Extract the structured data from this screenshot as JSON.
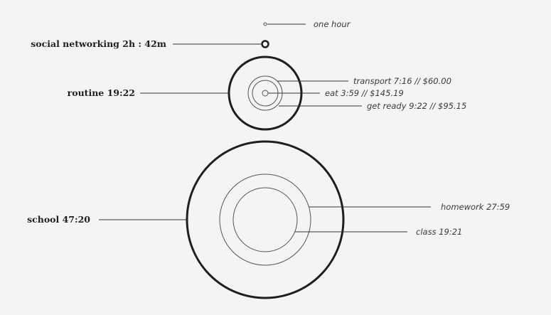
{
  "colors": {
    "background": "#f4f4f4",
    "major_stroke": "#1e1e1e",
    "minor_stroke": "#555555",
    "leader_line": "#333333"
  },
  "legend": {
    "label": "one hour"
  },
  "categories": {
    "social_networking": {
      "label": "social networking 2h : 42m",
      "hours": 2.7
    },
    "routine": {
      "label": "routine 19:22",
      "hours": 19.37,
      "subitems": [
        {
          "label": "transport 7:16 // $60.00"
        },
        {
          "label": "eat 3:59  // $145.19"
        },
        {
          "label": "get ready 9:22 // $95.15"
        }
      ]
    },
    "school": {
      "label": "school 47:20",
      "hours": 47.33,
      "subitems": [
        {
          "label": "homework 27:59"
        },
        {
          "label": "class 19:21"
        }
      ]
    }
  }
}
